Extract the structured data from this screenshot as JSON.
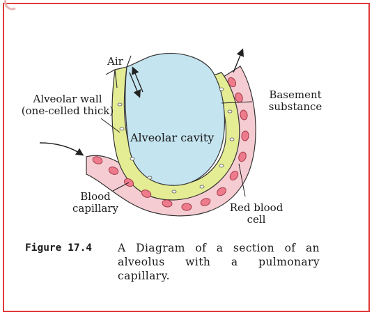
{
  "figure": {
    "labels": {
      "air": "Air",
      "alveolar_wall_line1": "Alveolar wall",
      "alveolar_wall_line2": "(one-celled thick)",
      "alveolar_cavity": "Alveolar cavity",
      "basement_line1": "Basement",
      "basement_line2": "substance",
      "blood_line1": "Blood",
      "blood_line2": "capillary",
      "rbc_line1": "Red blood",
      "rbc_line2": "cell"
    },
    "caption": {
      "label": "Figure 17.4",
      "text": "A Diagram of a section of an alveolus with a pulmonary capillary."
    },
    "colors": {
      "border": "#e03a3a",
      "alveolus_fill": "#c4e4ef",
      "wall_fill": "#e4ec94",
      "capillary_fill": "#f5ccd1",
      "rbc_fill": "#ee7b8c",
      "outline": "#333333"
    }
  }
}
